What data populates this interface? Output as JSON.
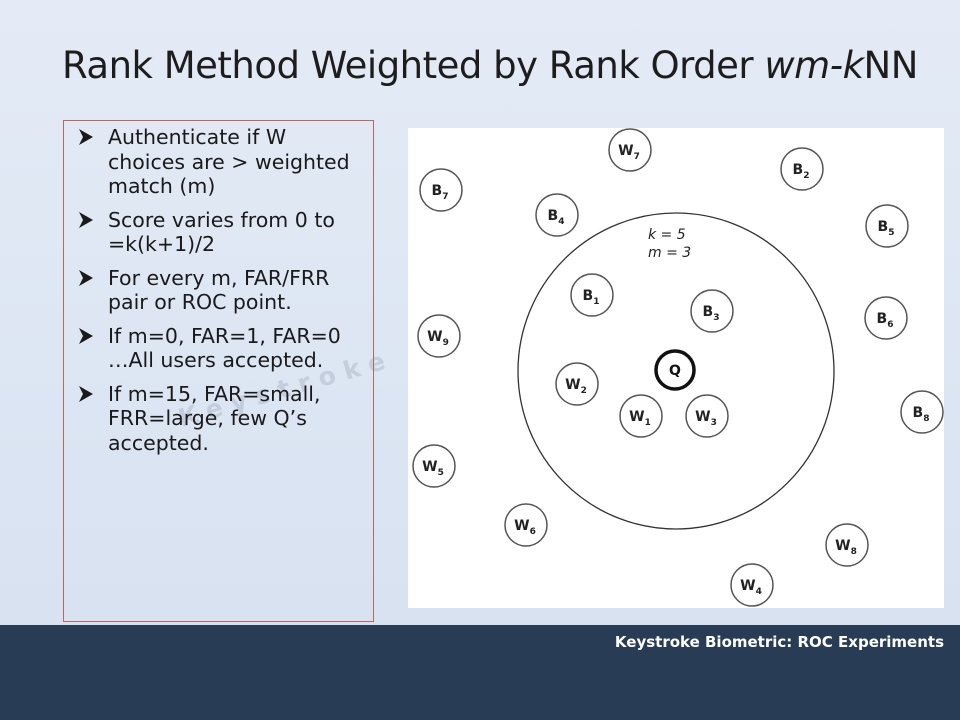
{
  "slide": {
    "title_main": "Rank Method Weighted by Rank Order ",
    "title_italic": "wm-k",
    "title_end": "NN",
    "watermark": "Keystroke Biometric",
    "footer": "Keystroke Biometric: ROC Experiments"
  },
  "bullets": [
    "Authenticate if W choices are > weighted match (m)",
    "Score varies from 0 to =k(k+1)/2",
    "For every m, FAR/FRR pair or ROC point.",
    "If m=0, FAR=1, FAR=0 …All users accepted.",
    "If m=15, FAR=small, FRR=large, few Q’s accepted."
  ],
  "diagram": {
    "k_label": "k = 5",
    "m_label": "m = 3",
    "query": "Q",
    "nodes": [
      {
        "letter": "W",
        "sub": "7"
      },
      {
        "letter": "B",
        "sub": "2"
      },
      {
        "letter": "B",
        "sub": "7"
      },
      {
        "letter": "B",
        "sub": "4"
      },
      {
        "letter": "B",
        "sub": "5"
      },
      {
        "letter": "B",
        "sub": "1"
      },
      {
        "letter": "B",
        "sub": "3"
      },
      {
        "letter": "W",
        "sub": "9"
      },
      {
        "letter": "B",
        "sub": "6"
      },
      {
        "letter": "W",
        "sub": "2"
      },
      {
        "letter": "W",
        "sub": "1"
      },
      {
        "letter": "W",
        "sub": "3"
      },
      {
        "letter": "B",
        "sub": "8"
      },
      {
        "letter": "W",
        "sub": "5"
      },
      {
        "letter": "W",
        "sub": "6"
      },
      {
        "letter": "W",
        "sub": "8"
      },
      {
        "letter": "W",
        "sub": "4"
      }
    ]
  }
}
